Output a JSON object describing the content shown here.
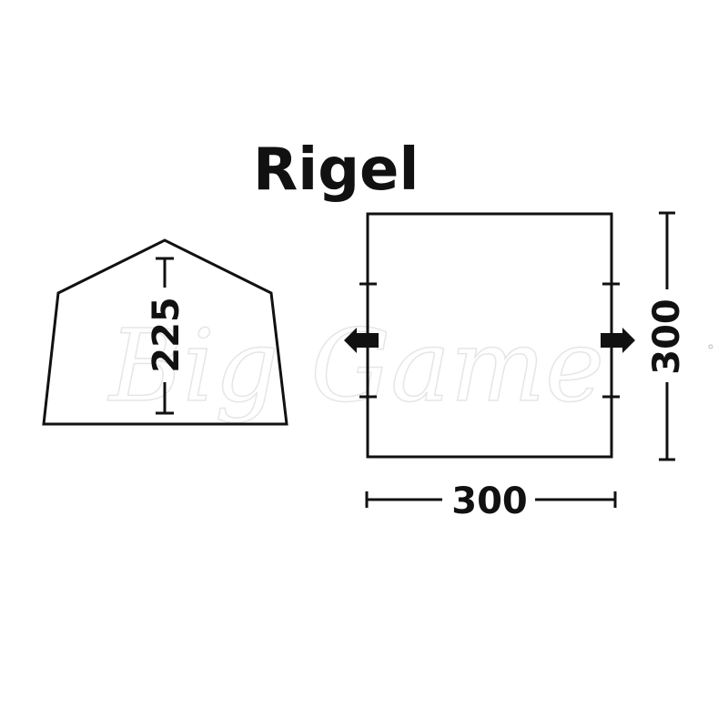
{
  "title": "Rigel",
  "side_view": {
    "height_label": "225"
  },
  "top_view": {
    "width_label": "300",
    "depth_label": "300"
  },
  "watermark": "Big Game",
  "colors": {
    "ink": "#111111",
    "watermark": "#e6e6e6",
    "background": "#ffffff"
  }
}
